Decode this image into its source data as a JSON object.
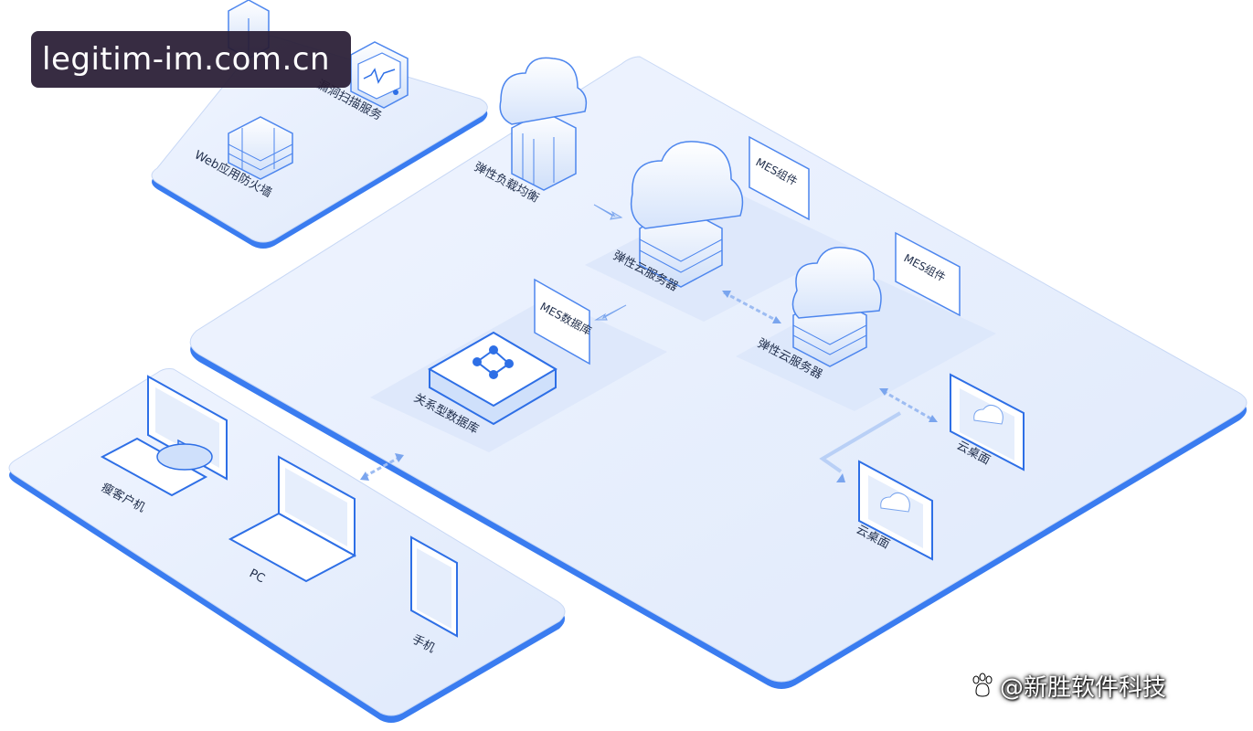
{
  "banner": {
    "text": "legitim-im.com.cn"
  },
  "watermark": {
    "text": "@新胜软件科技"
  },
  "labels": {
    "vuln_scan": "漏洞扫描服务",
    "web_firewall": "Web应用防火墙",
    "load_balancer": "弹性负载均衡",
    "ecs_1": "弹性云服务器",
    "ecs_2": "弹性云服务器",
    "mes_component_1": "MES组件",
    "mes_component_2": "MES组件",
    "mes_database": "MES数据库",
    "relational_db": "关系型数据库",
    "cloud_desktop_1": "云桌面",
    "cloud_desktop_2": "云桌面",
    "thin_client": "瘦客户机",
    "pc": "PC",
    "phone": "手机"
  },
  "colors": {
    "platform_fill": "#e8effd",
    "platform_edge": "#3a7cf0",
    "accent": "#2e6fe6",
    "text": "#1f2d4a"
  }
}
